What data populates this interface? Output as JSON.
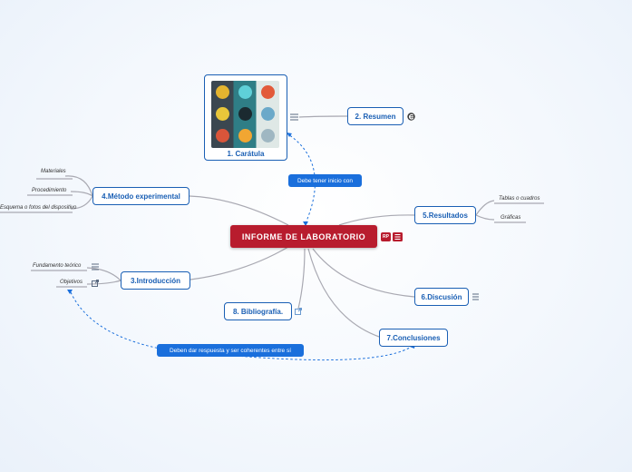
{
  "central": {
    "title": "INFORME DE LABORATORIO",
    "badge": "RP"
  },
  "nodes": {
    "caratula": "1. Carátula",
    "resumen": "2. Resumen",
    "introduccion": "3.Introducción",
    "metodo": "4.Método experimental",
    "resultados": "5.Resultados",
    "discusion": "6.Discusión",
    "conclusiones": "7.Conclusiones",
    "bibliografia": "8. Bibliografía."
  },
  "leaves": {
    "materiales": "Materiales",
    "procedimiento": "Procedimiento",
    "esquema": "Esquema o fotos del dispositivo",
    "fundamento": "Fundamento teórico",
    "objetivos": "Objetivos",
    "tablas": "Tablas o cuadros",
    "graficas": "Gráficas"
  },
  "relationships": {
    "inicio": "Debe tener inicio con",
    "respuesta": "Deben dar respuesta y ser coherentes entre sí"
  },
  "colors": {
    "accent": "#1a5fb4",
    "central": "#b81c2e",
    "relation": "#1a6fdc",
    "connector": "#a9a9b2"
  },
  "icons": [
    "notes-icon",
    "edge-browser-icon",
    "link-icon",
    "badge-icon"
  ]
}
